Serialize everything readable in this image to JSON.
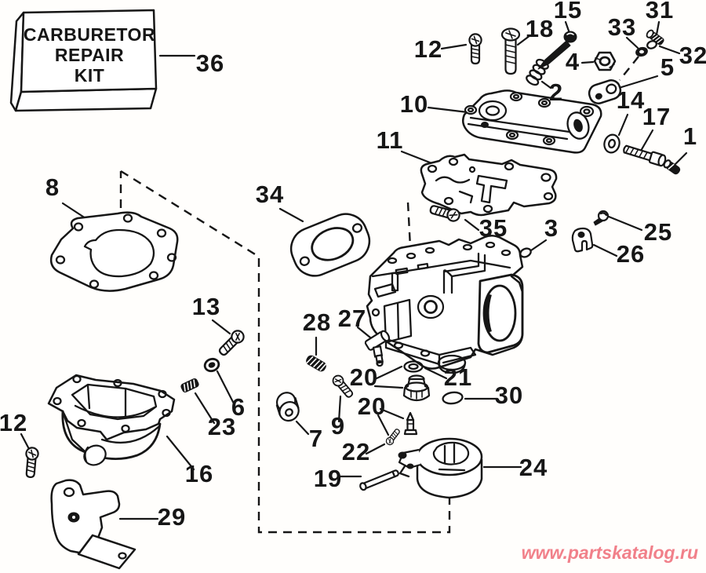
{
  "diagram": {
    "background": "#fffefc",
    "ink": "#161616",
    "watermark": {
      "text": "www.partskatalog.ru",
      "color": "#f1808a"
    },
    "kit_box": {
      "lines": [
        "CARBURETOR",
        "REPAIR",
        "KIT"
      ]
    },
    "callouts": [
      {
        "part": "36",
        "label": "36"
      },
      {
        "part": "12-top",
        "label": "12"
      },
      {
        "part": "18",
        "label": "18"
      },
      {
        "part": "15",
        "label": "15"
      },
      {
        "part": "31",
        "label": "31"
      },
      {
        "part": "33",
        "label": "33"
      },
      {
        "part": "32",
        "label": "32"
      },
      {
        "part": "4",
        "label": "4"
      },
      {
        "part": "2",
        "label": "2"
      },
      {
        "part": "5",
        "label": "5"
      },
      {
        "part": "10",
        "label": "10"
      },
      {
        "part": "14",
        "label": "14"
      },
      {
        "part": "17",
        "label": "17"
      },
      {
        "part": "1",
        "label": "1"
      },
      {
        "part": "11",
        "label": "11"
      },
      {
        "part": "35",
        "label": "35"
      },
      {
        "part": "3",
        "label": "3"
      },
      {
        "part": "25",
        "label": "25"
      },
      {
        "part": "26",
        "label": "26"
      },
      {
        "part": "8",
        "label": "8"
      },
      {
        "part": "34",
        "label": "34"
      },
      {
        "part": "13",
        "label": "13"
      },
      {
        "part": "28",
        "label": "28"
      },
      {
        "part": "27",
        "label": "27"
      },
      {
        "part": "20-upper",
        "label": "20"
      },
      {
        "part": "21",
        "label": "21"
      },
      {
        "part": "30",
        "label": "30"
      },
      {
        "part": "20-lower",
        "label": "20"
      },
      {
        "part": "6",
        "label": "6"
      },
      {
        "part": "23",
        "label": "23"
      },
      {
        "part": "9",
        "label": "9"
      },
      {
        "part": "22",
        "label": "22"
      },
      {
        "part": "19",
        "label": "19"
      },
      {
        "part": "24",
        "label": "24"
      },
      {
        "part": "12-bottom",
        "label": "12"
      },
      {
        "part": "16",
        "label": "16"
      },
      {
        "part": "7",
        "label": "7"
      },
      {
        "part": "29",
        "label": "29"
      }
    ]
  }
}
